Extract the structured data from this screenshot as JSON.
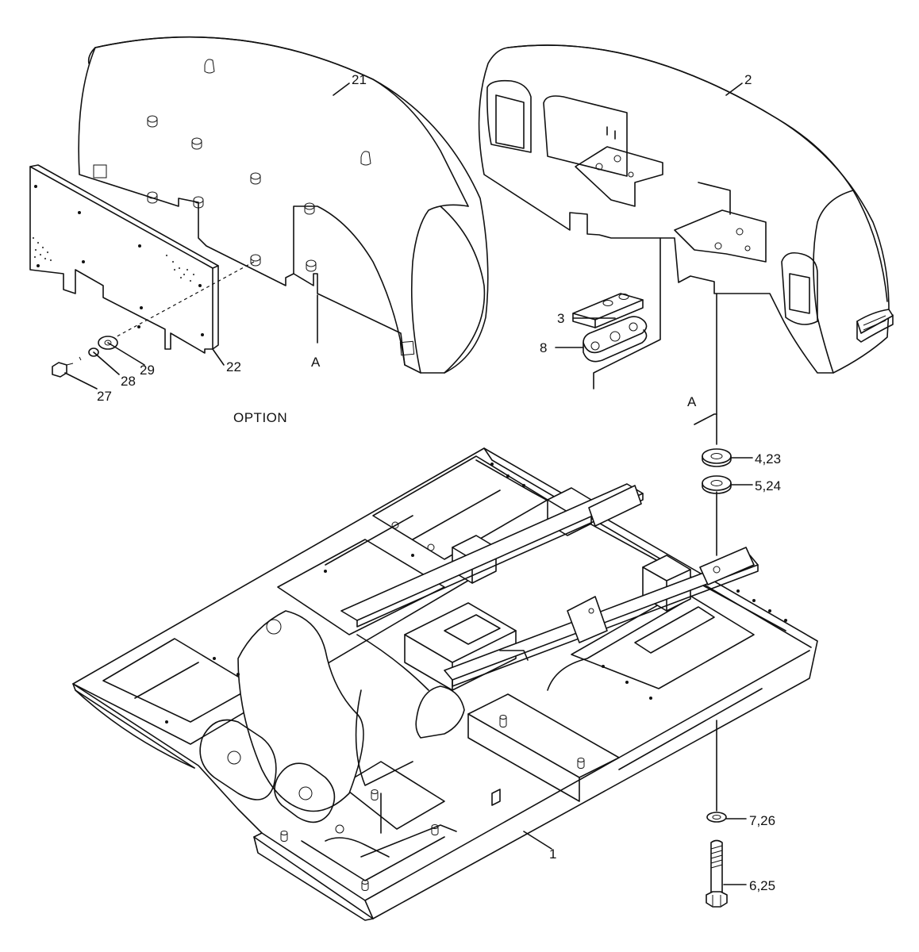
{
  "labels": {
    "p21": "21",
    "p2": "2",
    "p3": "3",
    "p8": "8",
    "p22": "22",
    "p29": "29",
    "p28": "28",
    "p27": "27",
    "pA1": "A",
    "pA2": "A",
    "p4_23": "4,23",
    "p5_24": "5,24",
    "p7_26": "7,26",
    "p6_25": "6,25",
    "p1": "1",
    "option": "OPTION"
  }
}
